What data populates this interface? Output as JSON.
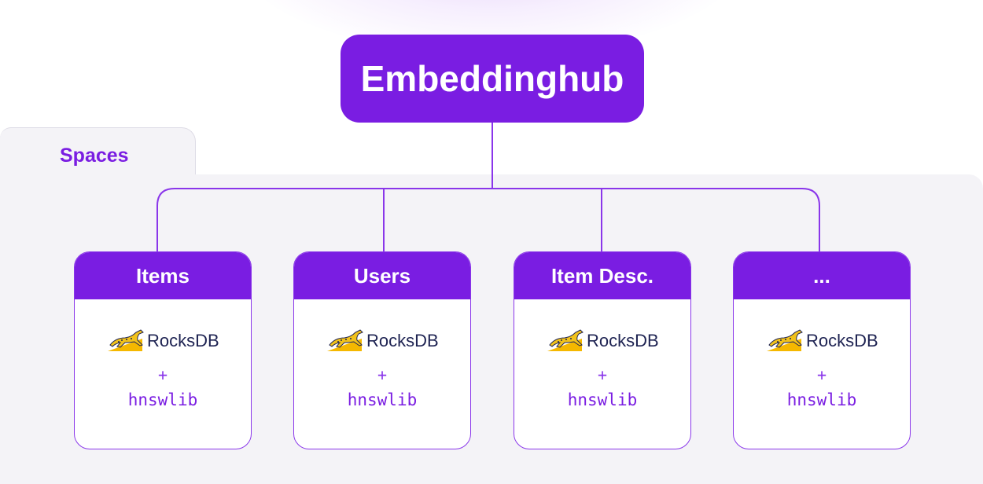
{
  "hub": {
    "title": "Embeddinghub"
  },
  "spaces": {
    "title": "Spaces",
    "cards": [
      {
        "title": "Items",
        "store_label": "RocksDB",
        "store_icon": "rocksdb-cheetah-icon",
        "joiner": "+",
        "index_label": "hnswlib"
      },
      {
        "title": "Users",
        "store_label": "RocksDB",
        "store_icon": "rocksdb-cheetah-icon",
        "joiner": "+",
        "index_label": "hnswlib"
      },
      {
        "title": "Item Desc.",
        "store_label": "RocksDB",
        "store_icon": "rocksdb-cheetah-icon",
        "joiner": "+",
        "index_label": "hnswlib"
      },
      {
        "title": "...",
        "store_label": "RocksDB",
        "store_icon": "rocksdb-cheetah-icon",
        "joiner": "+",
        "index_label": "hnswlib"
      }
    ]
  },
  "colors": {
    "accent": "#7a1de2",
    "panel": "#f4f3f7",
    "connector": "#8a36ea",
    "rocksdb_text": "#1e2352",
    "rocksdb_yellow": "#f5b800"
  }
}
